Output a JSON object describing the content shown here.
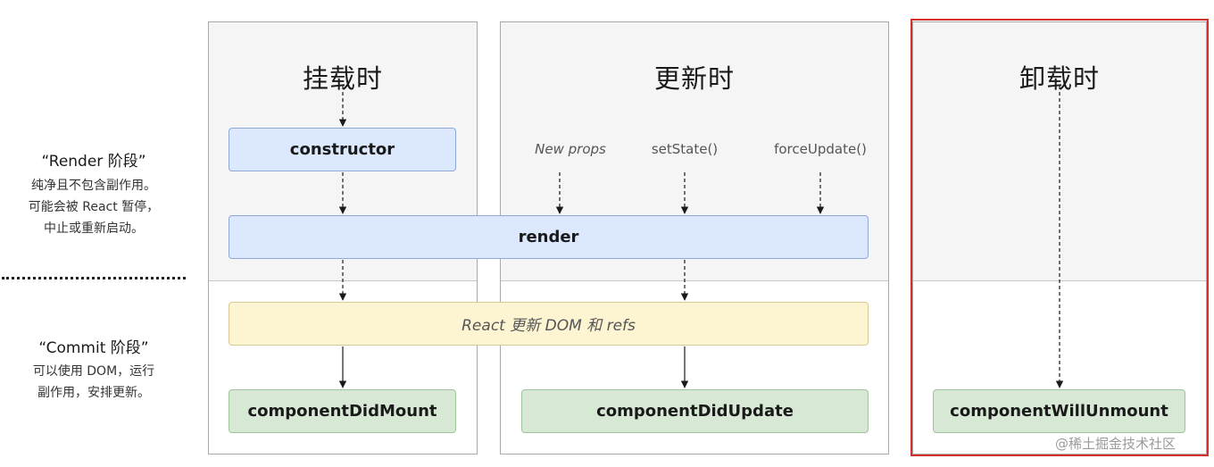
{
  "columns": {
    "mount": {
      "title": "挂载时"
    },
    "update": {
      "title": "更新时"
    },
    "unmount": {
      "title": "卸载时"
    }
  },
  "boxes": {
    "constructor": "constructor",
    "render": "render",
    "react_update_dom": "React 更新 DOM 和 refs",
    "did_mount": "componentDidMount",
    "did_update": "componentDidUpdate",
    "will_unmount": "componentWillUnmount"
  },
  "triggers": {
    "new_props": "New props",
    "set_state": "setState()",
    "force_update": "forceUpdate()"
  },
  "phases": {
    "render": {
      "title": "“Render 阶段”",
      "lines": [
        "纯净且不包含副作用。",
        "可能会被 React 暂停，",
        "中止或重新启动。"
      ]
    },
    "commit": {
      "title": "“Commit 阶段”",
      "lines": [
        "可以使用 DOM，运行",
        "副作用，安排更新。"
      ]
    }
  },
  "watermark": "@稀土掘金技术社区",
  "colors": {
    "blue_box": "#dbe8fd",
    "yellow_box": "#fdf4d2",
    "green_box": "#d7e9d5",
    "highlight_frame": "#d32f2f"
  }
}
